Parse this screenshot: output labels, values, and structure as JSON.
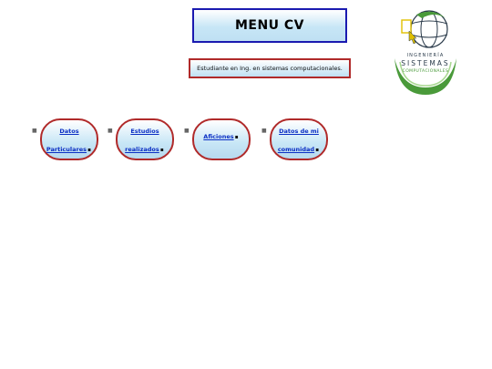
{
  "header": {
    "title": "MENU CV",
    "subtitle": "Estudiante en Ing. en sistemas computacionales."
  },
  "logo": {
    "line1": "INGENIERÍA",
    "line2": "SISTEMAS",
    "line3": "COMPUTACIONALES"
  },
  "nav": {
    "items": [
      {
        "line1": "Datos",
        "line2": "Particulares",
        "suffix": "."
      },
      {
        "line1": "Estudios",
        "line2": "realizados",
        "suffix": "."
      },
      {
        "line1": "Aficiones",
        "line2": "",
        "suffix": "."
      },
      {
        "line1": "Datos de mi",
        "line2": "comunidad",
        "suffix": "."
      }
    ]
  },
  "colors": {
    "title_border": "#1a1ab0",
    "pill_border": "#b02a2a",
    "link": "#0b2fc4",
    "gradient_light": "#c7e6f6",
    "logo_green": "#4a9a3a"
  }
}
